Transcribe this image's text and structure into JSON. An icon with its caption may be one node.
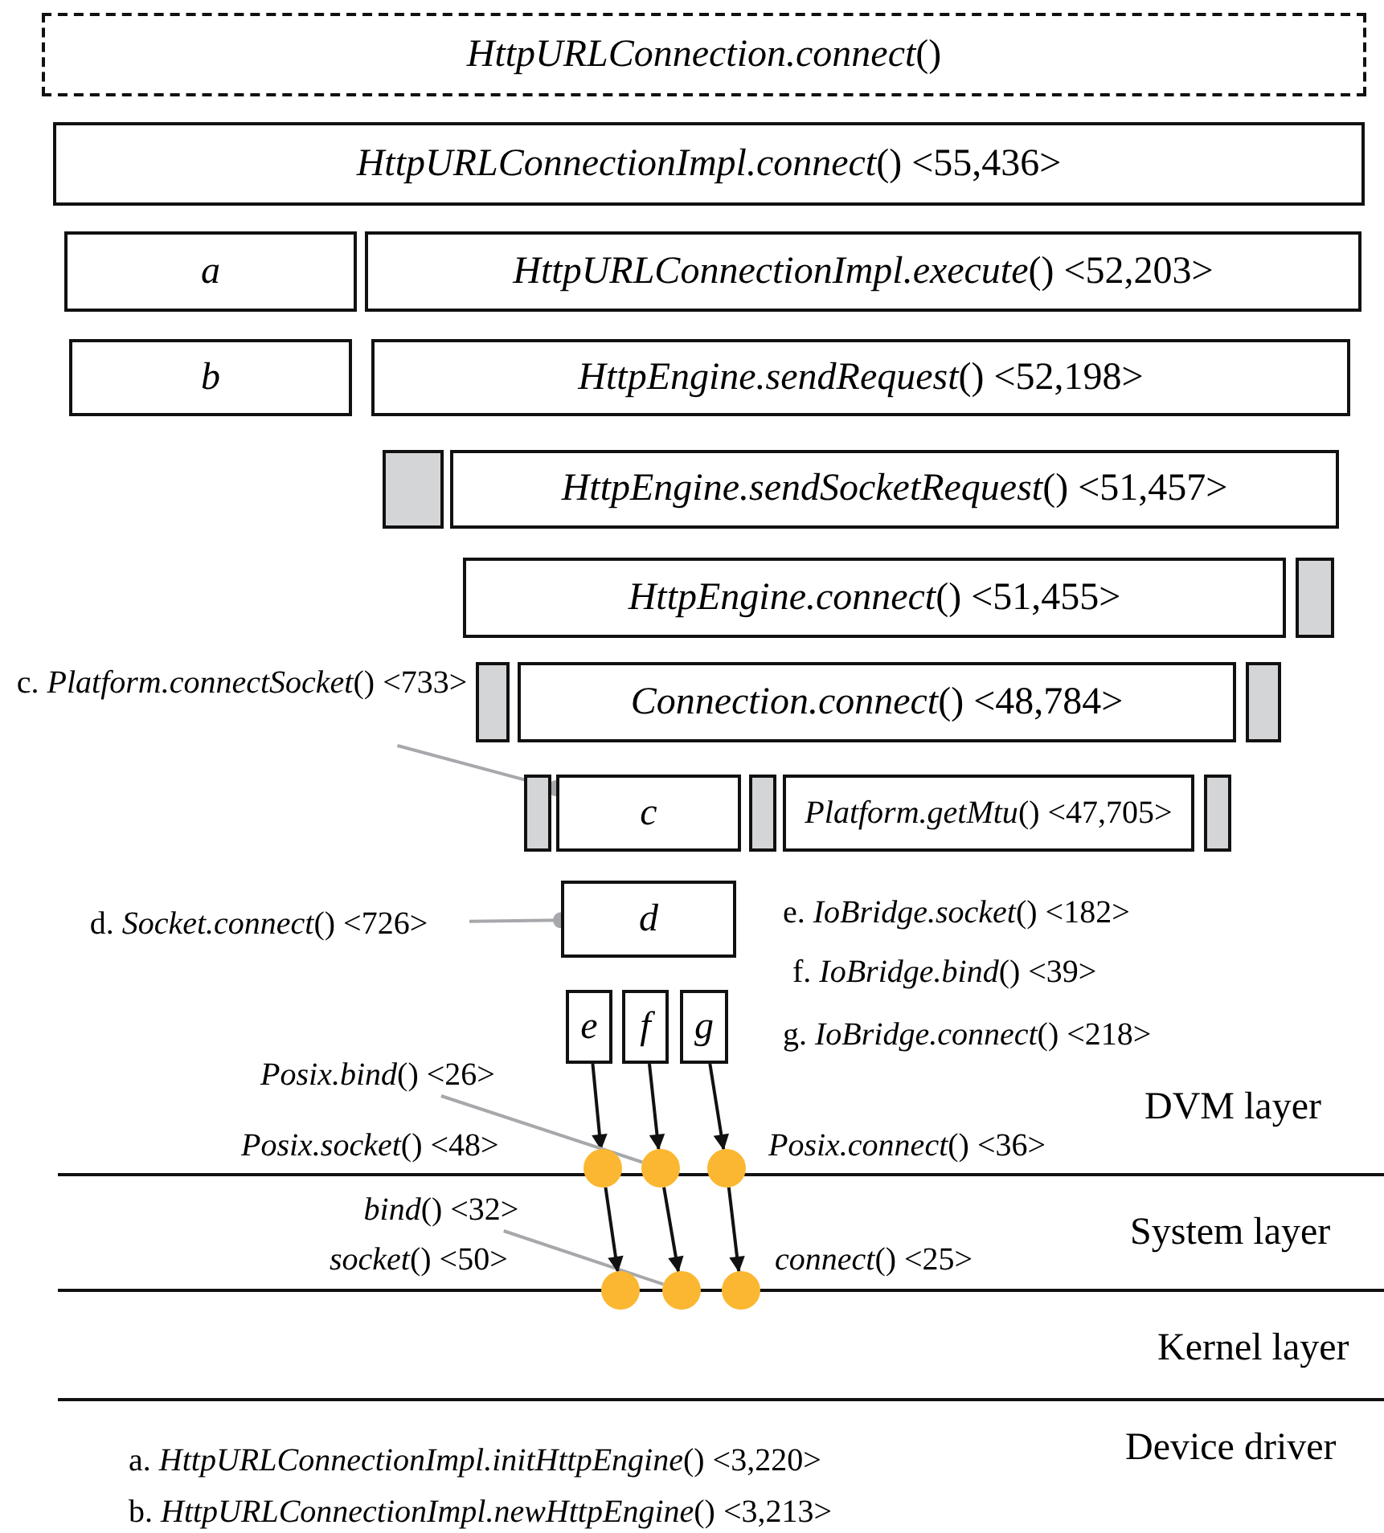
{
  "diagram": {
    "nodes": [
      {
        "text": [
          "*HttpURLConnection.connect*()"
        ]
      },
      {
        "text": [
          "*HttpURLConnectionImpl.connect*()  <55,436>"
        ]
      },
      {
        "text": [
          "a"
        ]
      },
      {
        "text": [
          "*HttpURLConnectionImpl.execute*()  <52,203>"
        ]
      },
      {
        "text": [
          "b"
        ]
      },
      {
        "text": [
          "*HttpEngine.sendRequest*()  <52,198>"
        ]
      },
      {
        "text": [],
        "shape": "bar"
      },
      {
        "text": [
          "*HttpEngine.sendSocketRequest*()  <51,457>"
        ]
      },
      {
        "text": [
          "*HttpEngine.connect*()  <51,455>"
        ]
      },
      {
        "text": [],
        "shape": "bar"
      },
      {
        "text": [
          "c. *Platform.connectSocket*() <733>"
        ]
      },
      {
        "text": [],
        "shape": "bar"
      },
      {
        "text": [
          "*Connection.connect*()  <48,784>"
        ]
      },
      {
        "text": [],
        "shape": "bar"
      },
      {
        "text": [],
        "shape": "bar"
      },
      {
        "text": [
          "c"
        ]
      },
      {
        "text": [],
        "shape": "bar"
      },
      {
        "text": [
          "*Platform.getMtu*() <47,705>"
        ]
      },
      {
        "text": [],
        "shape": "bar"
      },
      {
        "text": [
          "d. *Socket.connect*()  <726>"
        ]
      },
      {
        "text": [
          "d"
        ]
      },
      {
        "text": [
          "e"
        ]
      },
      {
        "text": [
          "f"
        ]
      },
      {
        "text": [
          "g"
        ]
      },
      {
        "text": [
          "*Posix.bind*()  <26>"
        ]
      },
      {
        "text": [],
        "shape": "circle"
      },
      {
        "text": [],
        "shape": "circle"
      },
      {
        "text": [],
        "shape": "circle"
      },
      {
        "text": [
          "*bind*()  <32>"
        ]
      },
      {
        "text": [],
        "shape": "circle"
      },
      {
        "text": [],
        "shape": "circle"
      },
      {
        "text": [],
        "shape": "circle"
      }
    ],
    "edges": [
      {
        "from": 10,
        "to": 15,
        "arrow": "other",
        "color": "#a6a8ab"
      },
      {
        "from": 19,
        "to": 20,
        "arrow": "other",
        "color": "#a6a8ab"
      },
      {
        "from": 21,
        "to": 25,
        "arrow": "to"
      },
      {
        "from": 22,
        "to": 26,
        "arrow": "to"
      },
      {
        "from": 23,
        "to": 27,
        "arrow": "to"
      },
      {
        "from": 24,
        "to": 26,
        "arrow": "none",
        "color": "#a6a8ab"
      },
      {
        "from": 28,
        "to": 30,
        "arrow": "none",
        "color": "#a6a8ab"
      },
      {
        "from": 25,
        "to": 29,
        "arrow": "to"
      },
      {
        "from": 26,
        "to": 30,
        "arrow": "to"
      },
      {
        "from": 27,
        "to": 31,
        "arrow": "to"
      }
    ],
    "labels": [
      "e. *IoBridge.socket*()  <182>",
      "f. *IoBridge.bind*()  <39>",
      "g. *IoBridge.connect*()  <218>",
      "DVM layer",
      "*Posix.socket*()  <48>",
      "*Posix.connect*()  <36>",
      "System layer",
      "*socket*()  <50>",
      "*connect*()  <25>",
      "Kernel layer",
      "Device driver",
      "a. *HttpURLConnectionImpl.initHttpEngine*()  <3,220>",
      "b. *HttpURLConnectionImpl.newHttpEngine*()  <3,213>"
    ]
  }
}
